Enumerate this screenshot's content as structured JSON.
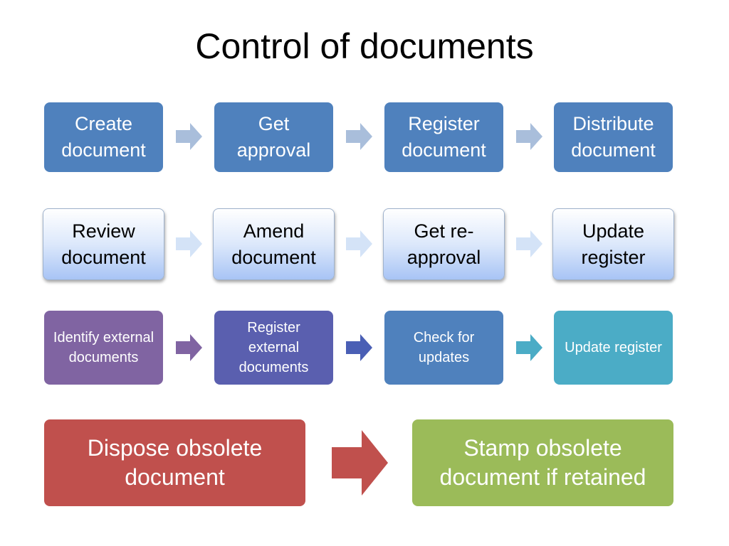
{
  "title": "Control of documents",
  "rows": [
    {
      "boxes": [
        "Create document",
        "Get approval",
        "Register document",
        "Distribute document"
      ],
      "arrow_color": "#a9bedb"
    },
    {
      "boxes": [
        "Review document",
        "Amend document",
        "Get re-approval",
        "Update register"
      ],
      "arrow_color": "#d4e3f7"
    },
    {
      "boxes": [
        "Identify external documents",
        "Register external documents",
        "Check for updates",
        "Update register"
      ],
      "box_colors": [
        "#8064a2",
        "#5a5faf",
        "#4f81bd",
        "#4bacc6"
      ],
      "arrow_colors": [
        "#8064a2",
        "#4a5fb5",
        "#4bacc6"
      ]
    },
    {
      "boxes": [
        "Dispose obsolete document",
        "Stamp obsolete document if retained"
      ],
      "box_colors": [
        "#c0504d",
        "#9bbb59"
      ],
      "arrow_color": "#c0504d"
    }
  ],
  "colors": {
    "row1_box": "#4f81bd",
    "row2_gradient": [
      "#ffffff",
      "#a8c4f5"
    ]
  }
}
